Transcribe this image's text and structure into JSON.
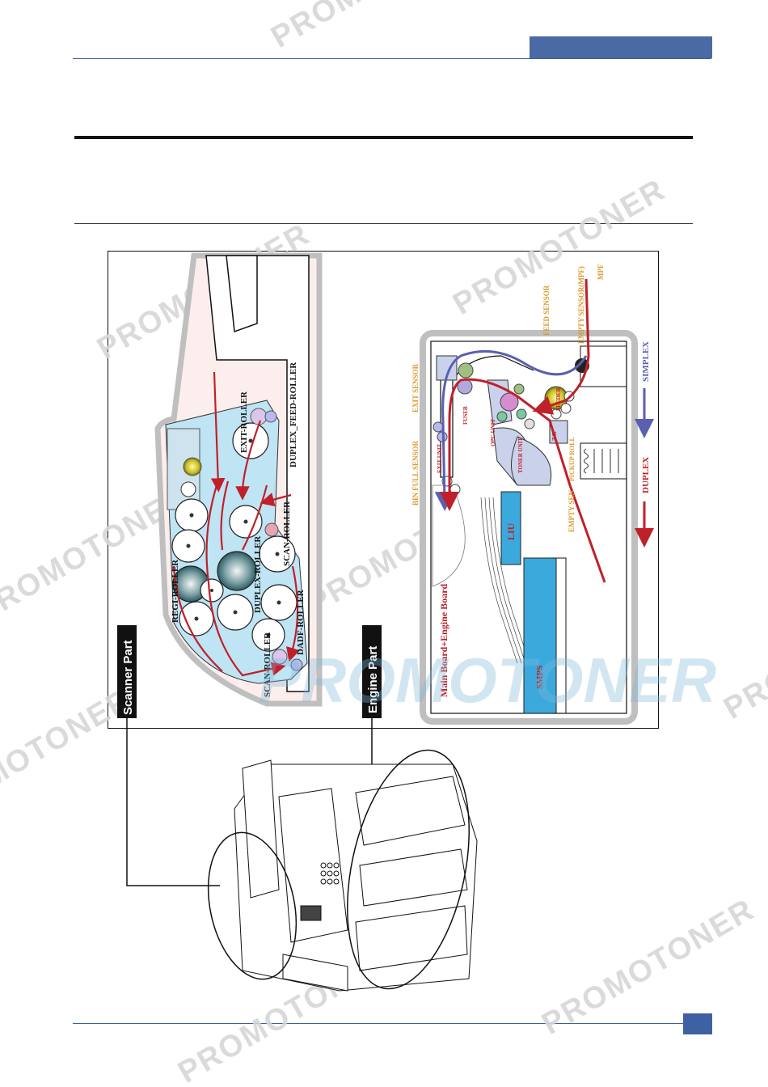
{
  "header": {
    "accent_color": "#4a6aa6"
  },
  "watermark": {
    "text": "PROMOTONER",
    "logo": "PROMOTONER"
  },
  "scanner": {
    "tab": "Scanner Part",
    "labels": {
      "exit_roller": "EXIT-ROLLER",
      "duplex_feed_roller": "DUPLEX_FEED-ROLLER",
      "scan_roller_top": "SCAN-ROLLER",
      "regi_roller": "REGI-ROLLER",
      "duplex_roller": "DUPLEX-ROLLER",
      "dadf_roller": "DADF-ROLLER",
      "scan_roller_bottom": "SCAN-ROLLER"
    }
  },
  "engine": {
    "tab": "Engine Part",
    "labels": {
      "feed_sensor": "FEED SENSOR",
      "empty_sensor_mpf": "EMPTY SENSOR(MPF)",
      "mpf": "MPF",
      "exit_sensor": "EXIT SENSOR",
      "bin_full_sensor": "BIN FULL SENSOR",
      "fuser": "FUSER",
      "opc_unit": "OPC UNIT",
      "toner_unit": "TONER UNIT",
      "feeder": "FEEDER",
      "exit_unit": "EXIT UNIT",
      "pickup_roll": "PICKUP ROLL",
      "empty_sen": "EMPTY SEN",
      "liu": "LIU",
      "smps": "SMPS",
      "main_board": "Main Board+Engine Board",
      "tr": "T/R",
      "simplex": "SIMPLEX",
      "duplex": "DUPLEX"
    },
    "colors": {
      "simplex": "#5a5fb0",
      "duplex": "#c0202a",
      "label": "#d99a2b"
    }
  }
}
